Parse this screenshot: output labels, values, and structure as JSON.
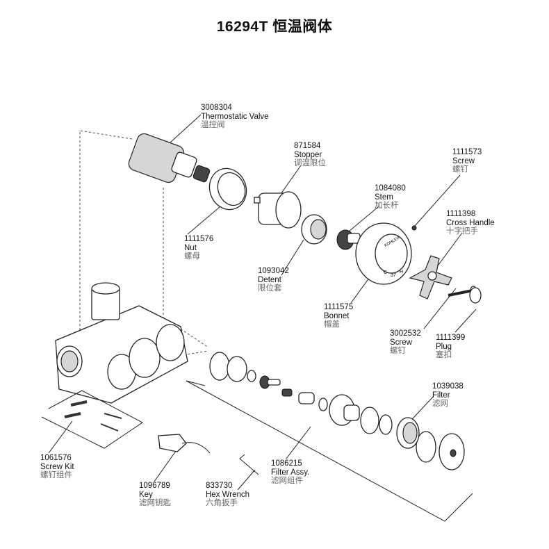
{
  "title": "16294T   恒温阀体",
  "parts": [
    {
      "number": "3008304",
      "name": "Thermostatic Valve",
      "name_cn": "温控阀"
    },
    {
      "number": "871584",
      "name": "Stopper",
      "name_cn": "调温限位"
    },
    {
      "number": "1111573",
      "name": "Screw",
      "name_cn": "螺钉"
    },
    {
      "number": "1084080",
      "name": "Stem",
      "name_cn": "加长杆"
    },
    {
      "number": "1111398",
      "name": "Cross Handle",
      "name_cn": "十字把手"
    },
    {
      "number": "1111576",
      "name": "Nut",
      "name_cn": "螺母"
    },
    {
      "number": "1093042",
      "name": "Detent",
      "name_cn": "限位套"
    },
    {
      "number": "1111575",
      "name": "Bonnet",
      "name_cn": "帽盖"
    },
    {
      "number": "3002532",
      "name": "Screw",
      "name_cn": "螺钉"
    },
    {
      "number": "1111399",
      "name": "Plug",
      "name_cn": "塞扣"
    },
    {
      "number": "1039038",
      "name": "Filter",
      "name_cn": "滤网"
    },
    {
      "number": "1061576",
      "name": "Screw Kit",
      "name_cn": "螺钉组件"
    },
    {
      "number": "1086215",
      "name": "Filter Assy.",
      "name_cn": "滤网组件"
    },
    {
      "number": "1096789",
      "name": "Key",
      "name_cn": "滤网钥匙"
    },
    {
      "number": "833730",
      "name": "Hex Wrench",
      "name_cn": "六角扳手"
    }
  ],
  "bonnet_marks": {
    "brand": "KOHLER",
    "cold": "C",
    "temp": "37",
    "hot": "H"
  }
}
